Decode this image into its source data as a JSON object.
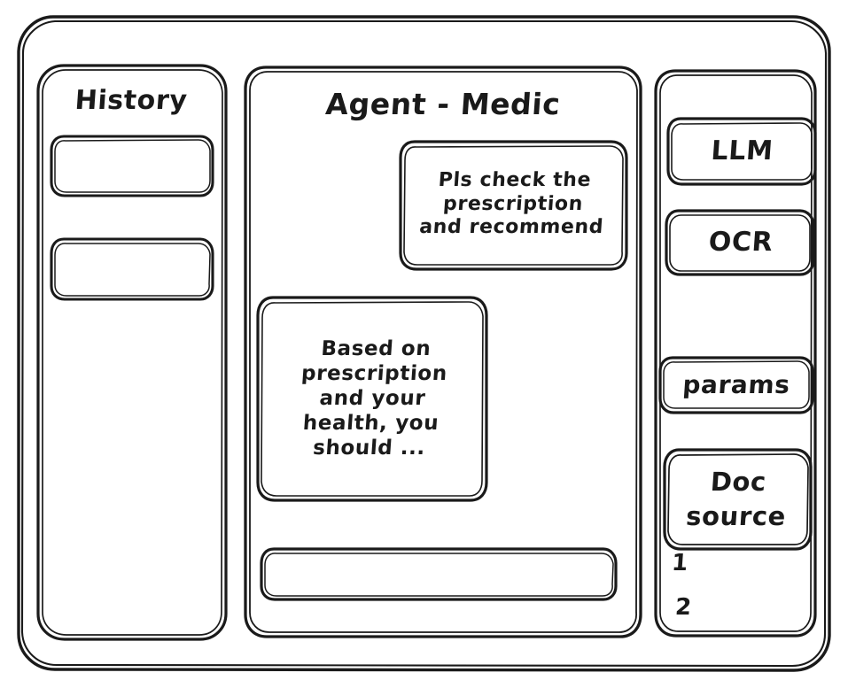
{
  "app": {
    "title": "Agent - Medic",
    "stroke_color": "#1a1a1a",
    "background_color": "#ffffff",
    "style": "hand-drawn wireframe sketch"
  },
  "sidebar_left": {
    "title": "History",
    "items": [
      {
        "name": "history-item-1",
        "label": ""
      },
      {
        "name": "history-item-2",
        "label": ""
      }
    ]
  },
  "main": {
    "title": "Agent - Medic",
    "messages": [
      {
        "role": "user",
        "align": "right",
        "lines": [
          "Pls check the",
          "prescription",
          "and recommend"
        ]
      },
      {
        "role": "agent",
        "align": "left",
        "lines": [
          "Based on",
          "prescription",
          "and your",
          "health, you",
          "should ..."
        ]
      }
    ],
    "composer": {
      "value": "",
      "placeholder": ""
    }
  },
  "sidebar_right": {
    "tools": [
      {
        "name": "llm",
        "label": "LLM"
      },
      {
        "name": "ocr",
        "label": "OCR"
      },
      {
        "name": "params",
        "label": "params"
      },
      {
        "name": "doc-source",
        "label_lines": [
          "Doc",
          "source"
        ]
      }
    ],
    "doc_refs": [
      {
        "label": "1"
      },
      {
        "label": "2"
      }
    ]
  }
}
